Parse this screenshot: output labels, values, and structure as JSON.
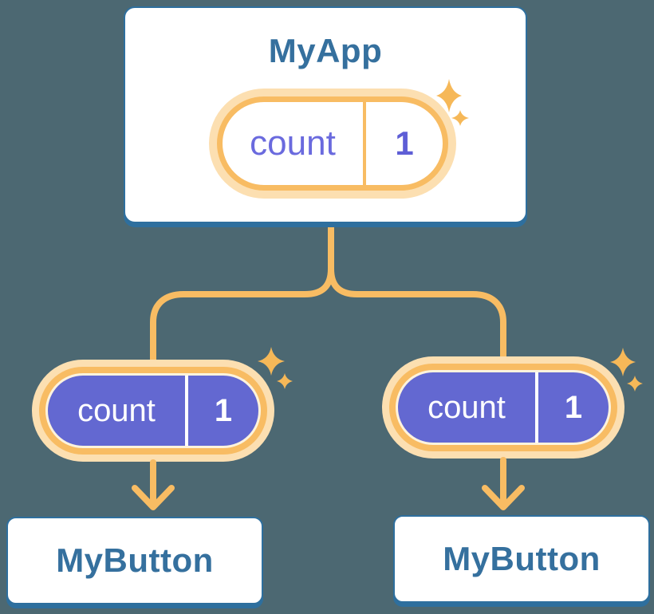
{
  "diagram": {
    "root": {
      "title": "MyApp",
      "pill": {
        "label": "count",
        "value": "1"
      }
    },
    "children": [
      {
        "pill": {
          "label": "count",
          "value": "1"
        },
        "title": "MyButton"
      },
      {
        "pill": {
          "label": "count",
          "value": "1"
        },
        "title": "MyButton"
      }
    ]
  },
  "colors": {
    "background": "#4c6872",
    "card_fill": "#ffffff",
    "card_border_blue": "#2e6f9e",
    "title_text_blue": "#35709e",
    "line_orange": "#f8bc63",
    "halo_orange": "#fcdfb1",
    "inner_ring_cream": "#fdf3dd",
    "pill_purple": "#6368d1",
    "pill_label_purple": "#6a6ade",
    "pill_value_purple": "#5e5ed6",
    "sparkle_orange": "#f6b858"
  }
}
